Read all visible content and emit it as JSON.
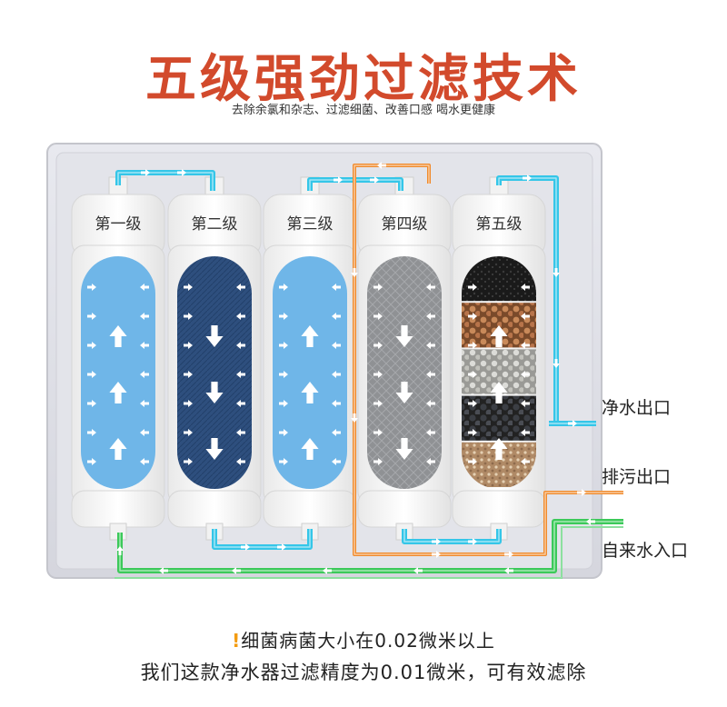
{
  "header": {
    "title": "五级强劲过滤技术",
    "subtitle": "去除余氯和杂志、过滤细菌、改善口感 喝水更健康"
  },
  "stages": [
    {
      "label": "第一级",
      "media": "light-blue",
      "flow": "up"
    },
    {
      "label": "第二级",
      "media": "dark-blue",
      "flow": "down"
    },
    {
      "label": "第三级",
      "media": "light-blue",
      "flow": "up"
    },
    {
      "label": "第四级",
      "media": "grey",
      "flow": "down"
    },
    {
      "label": "第五级",
      "media": "layered-minerals",
      "flow": "up"
    }
  ],
  "ports": {
    "clean_outlet": "净水出口",
    "waste_outlet": "排污出口",
    "inlet": "自来水入口"
  },
  "footer": {
    "line1_mark": "!",
    "line1": "细菌病菌大小在0.02微米以上",
    "line2": "我们这款净水器过滤精度为0.01微米，可有效滤除"
  },
  "colors": {
    "title": "#d24a2c",
    "clean_pipe": "#35c6e8",
    "waste_pipe": "#f08a2c",
    "inlet_pipe": "#3cc95a",
    "light_blue_media": "#6fb6e8",
    "dark_blue_media": "#2e4f7e",
    "grey_media": "#8f9194"
  }
}
